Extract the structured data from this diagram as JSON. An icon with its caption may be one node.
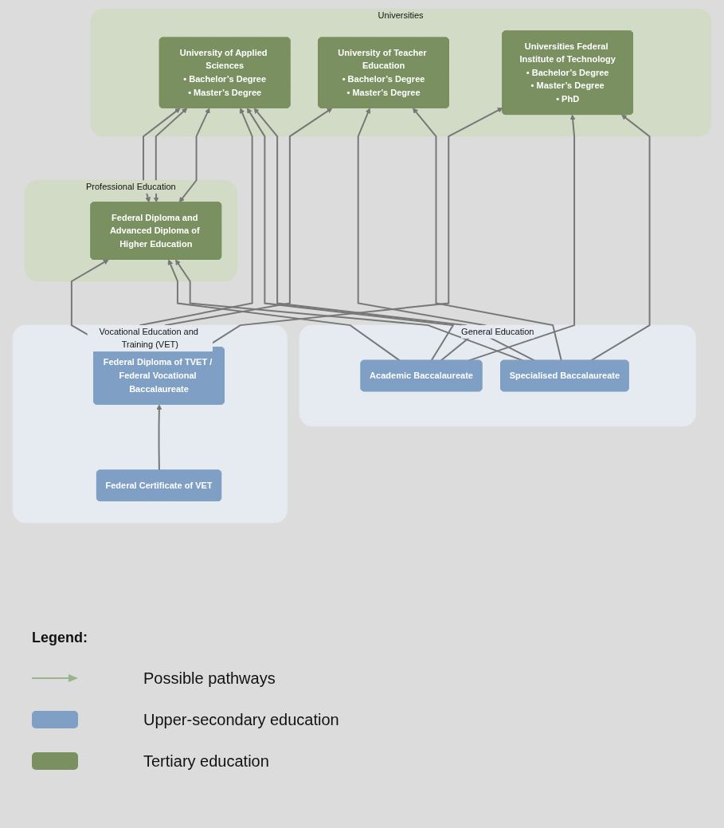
{
  "diagram": {
    "nodes": [
      {
        "text": [
          "Professional Education"
        ]
      },
      {
        "text": [
          "Federal Diploma and Advanced Diploma of Higher Education"
        ],
        "in": 0
      },
      {
        "text": [
          "Universities"
        ]
      },
      {
        "text": [
          "University of Applied Sciences",
          "• Bachelor’s Degree",
          "• Master’s Degree"
        ],
        "in": 2
      },
      {
        "text": [
          "University of Teacher Education",
          "• Bachelor’s Degree",
          "• Master’s Degree"
        ],
        "in": 2
      },
      {
        "text": [
          "Universities Federal Institute of Technology",
          "• Bachelor’s Degree",
          "• Master’s Degree",
          "• PhD"
        ],
        "in": 2
      },
      {
        "text": [
          "Vocational Education and Training (VET)"
        ]
      },
      {
        "text": [
          "Federal Diploma of TVET / Federal Vocational Baccalaureate"
        ],
        "in": 6
      },
      {
        "text": [
          "Federal Certificate of VET"
        ],
        "in": 6
      },
      {
        "text": [
          "General Education"
        ]
      },
      {
        "text": [
          "Academic Baccalaureate"
        ],
        "in": 9
      },
      {
        "text": [
          "Specialised Baccalaureate"
        ],
        "in": 9
      }
    ],
    "edges": [
      {
        "from": 1,
        "to": 3,
        "arrow": "both"
      },
      {
        "from": 1,
        "to": 3,
        "arrow": "both"
      },
      {
        "from": 1,
        "to": 3,
        "arrow": "both"
      },
      {
        "from": 8,
        "to": 7,
        "arrow": "to"
      },
      {
        "from": 7,
        "to": 1,
        "arrow": "to"
      },
      {
        "from": 7,
        "to": 3,
        "arrow": "to"
      },
      {
        "from": 7,
        "to": 4,
        "arrow": "to"
      },
      {
        "from": 7,
        "to": 5,
        "arrow": "to"
      },
      {
        "from": 10,
        "to": 1,
        "arrow": "to"
      },
      {
        "from": 10,
        "to": 3,
        "arrow": "to"
      },
      {
        "from": 10,
        "to": 4,
        "arrow": "to"
      },
      {
        "from": 10,
        "to": 5,
        "arrow": "to"
      },
      {
        "from": 11,
        "to": 1,
        "arrow": "to"
      },
      {
        "from": 11,
        "to": 3,
        "arrow": "to"
      },
      {
        "from": 11,
        "to": 4,
        "arrow": "to"
      },
      {
        "from": 11,
        "to": 5,
        "arrow": "to"
      }
    ],
    "labels": [
      "Legend:"
    ],
    "legend": [
      {
        "text": "Possible pathways"
      },
      {
        "text": "Upper-secondary education",
        "color": "#7f9fc4"
      },
      {
        "text": "Tertiary education",
        "color": "#7a9060"
      }
    ]
  }
}
